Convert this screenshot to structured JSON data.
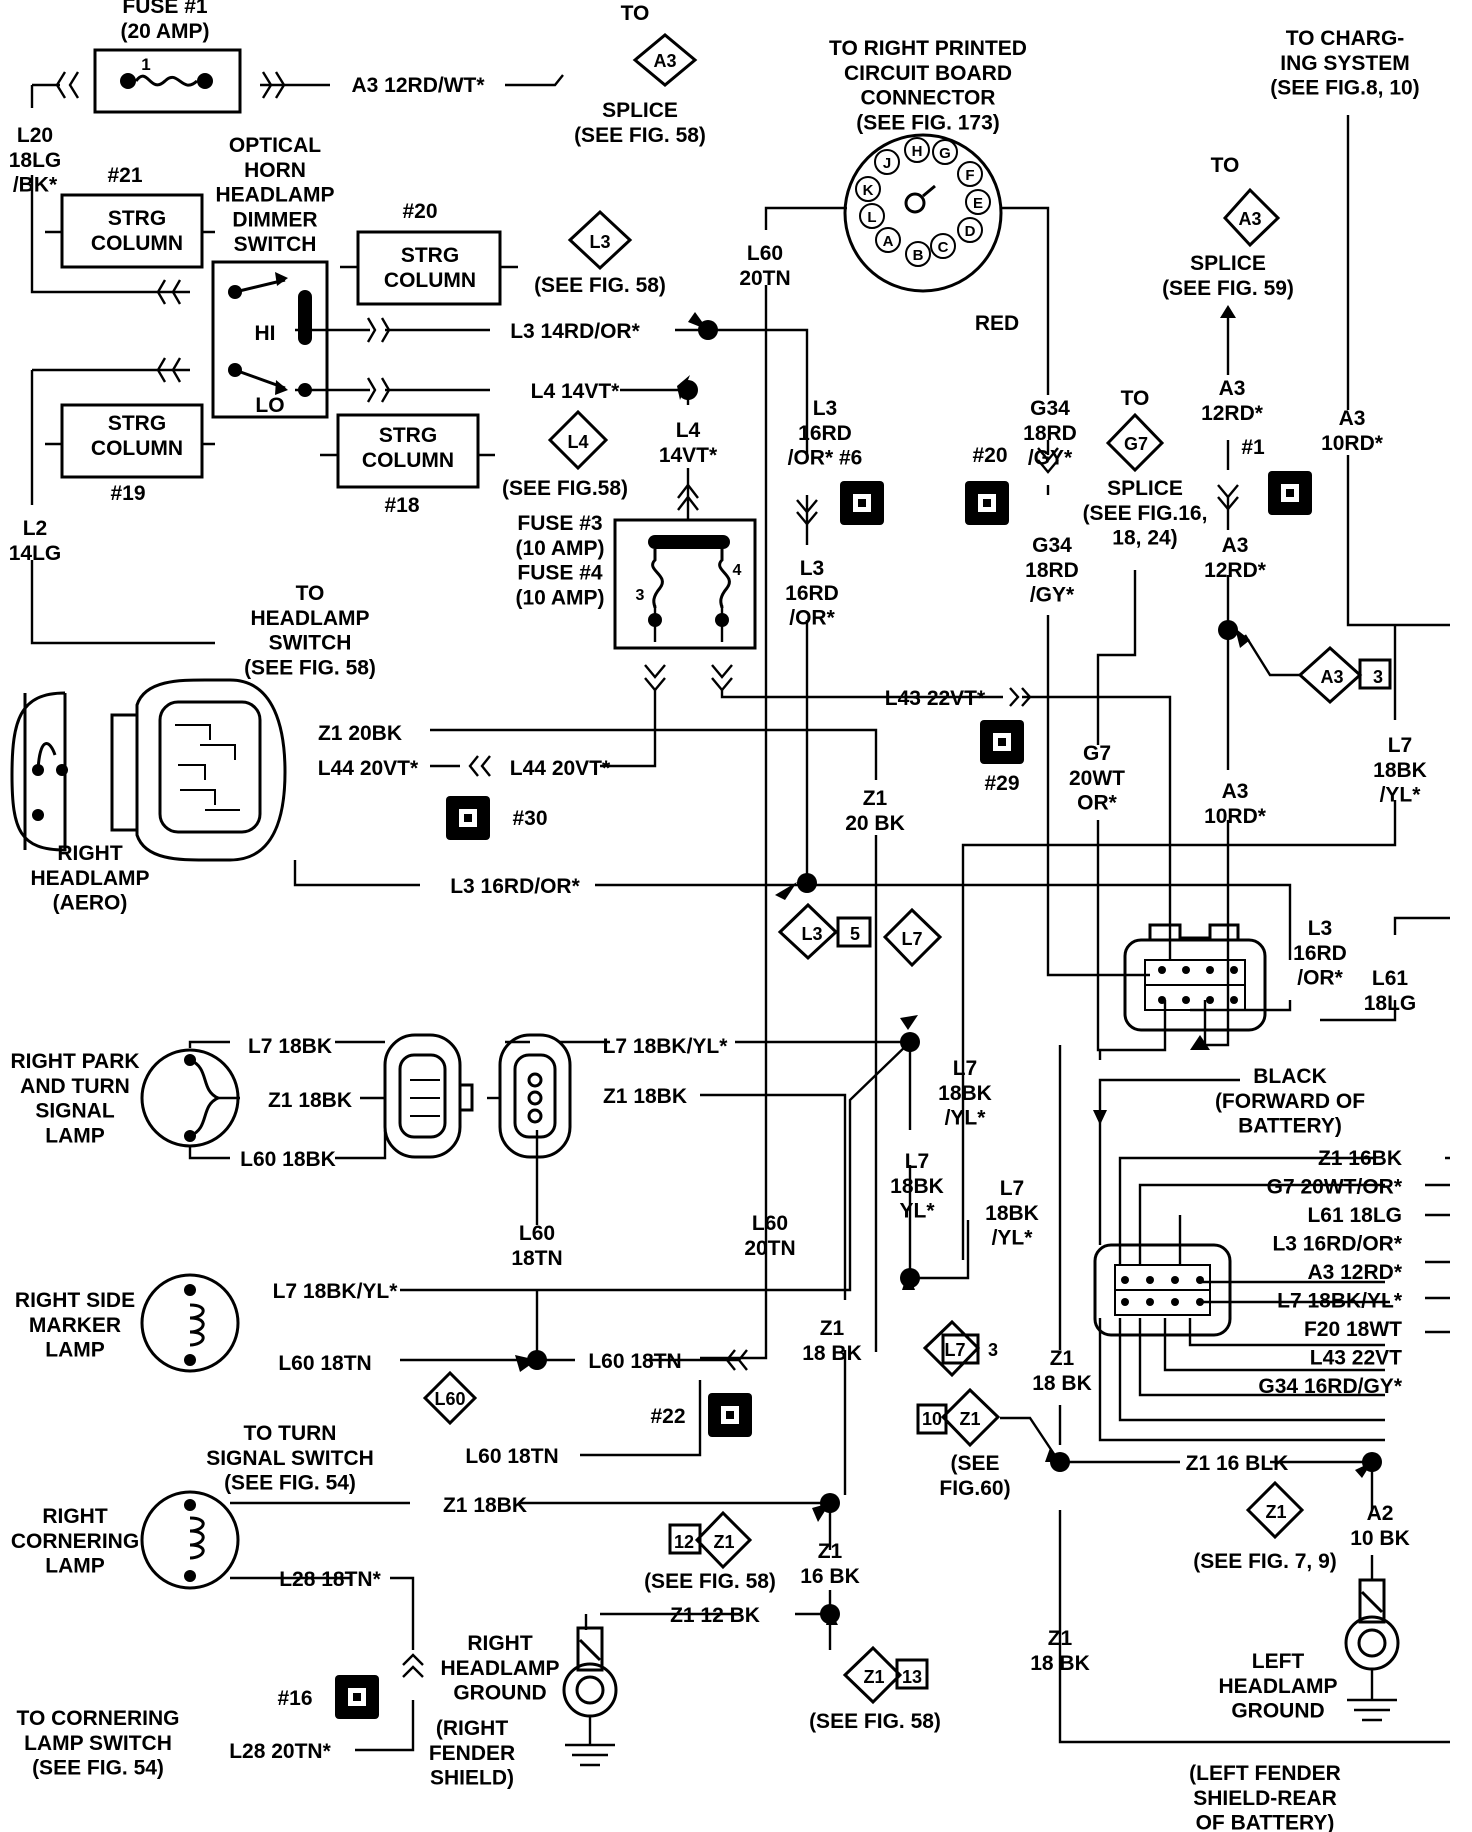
{
  "labels": {
    "fuse1": [
      "FUSE #1",
      "(20 AMP)"
    ],
    "fuse1_num": "1",
    "a3_top_wire": "A3 12RD/WT*",
    "to_a3_splice_top": [
      "TO"
    ],
    "a3_diamond": "A3",
    "splice_fig58": [
      "SPLICE",
      "(SEE FIG. 58)"
    ],
    "to_right_pcb": [
      "TO RIGHT PRINTED",
      "CIRCUIT BOARD",
      "CONNECTOR",
      "(SEE FIG. 173)"
    ],
    "to_charging": [
      "TO CHARG-",
      "ING SYSTEM",
      "(SEE FIG.8, 10)"
    ],
    "l20": [
      "L20",
      "18LG",
      "/BK*"
    ],
    "conn21": "#21",
    "strg_column": [
      "STRG",
      "COLUMN"
    ],
    "optical_horn": [
      "OPTICAL",
      "HORN",
      "HEADLAMP",
      "DIMMER",
      "SWITCH"
    ],
    "conn20_left": "#20",
    "l3_diamond": "L3",
    "see_fig58": "(SEE FIG. 58)",
    "l60_20tn": [
      "L60",
      "20TN"
    ],
    "red": "RED",
    "to_a3_splice_right": [
      "TO"
    ],
    "splice_fig59": [
      "SPLICE",
      "(SEE FIG. 59)"
    ],
    "hi": "HI",
    "lo": "LO",
    "l3_14rd": "L3 14RD/OR*",
    "l4_14vt": "L4 14VT*",
    "l4_diamond": "L4",
    "l4_14vt_vert": [
      "L4",
      "14VT*"
    ],
    "see_fig58_b": "(SEE FIG.58)",
    "conn19": "#19",
    "conn18": "#18",
    "l2_14lg": [
      "L2",
      "14LG"
    ],
    "l3_16rd_1": [
      "L3",
      "16RD",
      "/OR* #6"
    ],
    "conn20_right": "#20",
    "g34_18rd_1": [
      "G34",
      "18RD",
      "/GY*"
    ],
    "to_g7": [
      "TO"
    ],
    "g7_diamond": "G7",
    "splice_fig16": [
      "SPLICE",
      "(SEE FIG.16,",
      "18, 24)"
    ],
    "a3_12rd_1": [
      "A3",
      "12RD*"
    ],
    "conn1": "#1",
    "a3_10rd_top": [
      "A3",
      "10RD*"
    ],
    "fuse34": [
      "FUSE #3",
      "(10 AMP)",
      "FUSE #4",
      "(10 AMP)"
    ],
    "fuse3_num": "3",
    "fuse4_num": "4",
    "l3_16rd_2": [
      "L3",
      "16RD",
      "/OR*"
    ],
    "g34_18rd_2": [
      "G34",
      "18RD",
      "/GY*"
    ],
    "a3_12rd_2": [
      "A3",
      "12RD*"
    ],
    "to_headlamp_switch": [
      "TO",
      "HEADLAMP",
      "SWITCH",
      "(SEE FIG. 58)"
    ],
    "a3_diamond_3": "A3",
    "num3": "3",
    "l43_22vt": "L43 22VT*",
    "z1_20bk": "Z1 20BK",
    "l44_left": "L44 20VT*",
    "l44_right": "L44 20VT*",
    "conn30": "#30",
    "conn29": "#29",
    "z1_20bk_vert": [
      "Z1",
      "20 BK"
    ],
    "g7_20wt": [
      "G7",
      "20WT",
      "OR*"
    ],
    "a3_10rd_mid": [
      "A3",
      "10RD*"
    ],
    "l7_18bk_right": [
      "L7",
      "18BK",
      "/YL*"
    ],
    "right_headlamp": [
      "RIGHT",
      "HEADLAMP",
      "(AERO)"
    ],
    "l3_16rd_h": "L3 16RD/OR*",
    "l3_diamond_5": "L3",
    "num5": "5",
    "l7_diamond": "L7",
    "l3_16rd_3": [
      "L3",
      "16RD",
      "/OR*"
    ],
    "l61_18lg": [
      "L61",
      "18LG"
    ],
    "right_park_turn": [
      "RIGHT PARK",
      "AND TURN",
      "SIGNAL",
      "LAMP"
    ],
    "l7_18bk": "L7 18BK",
    "z1_18bk_a": "Z1 18BK",
    "l60_18bk": "L60 18BK",
    "l7_18bkyl_h": "L7 18BK/YL*",
    "z1_18bk_b": "Z1 18BK",
    "l7_18bk_vert1": [
      "L7",
      "18BK",
      "/YL*"
    ],
    "black_connector": [
      "BLACK",
      "(FORWARD OF",
      "BATTERY)"
    ],
    "l7_18bk_vert2": [
      "L7",
      "18BK",
      "YL*"
    ],
    "l7_18bk_vert3": [
      "L7",
      "18BK",
      "/YL*"
    ],
    "conn_right_labels": [
      "Z1 16BK",
      "G7 20WT/OR*",
      "L61 18LG",
      "L3 16RD/OR*",
      "A3 12RD*",
      "L7 18BK/YL*",
      "F20 18WT",
      "L43 22VT",
      "G34 16RD/GY*"
    ],
    "l60_18tn_vert": [
      "L60",
      "18TN"
    ],
    "l60_20tn_b": [
      "L60",
      "20TN"
    ],
    "right_side_marker": [
      "RIGHT SIDE",
      "MARKER",
      "LAMP"
    ],
    "l7_18bkyl_side": "L7 18BK/YL*",
    "z1_18bk_vert": [
      "Z1",
      "18 BK"
    ],
    "l60_18tn_a": "L60 18TN",
    "l60_diamond": "L60",
    "l60_18tn_b": "L60 18TN",
    "l7_diamond_3": "L7",
    "num3b": "3",
    "z1_18bk_vert2": [
      "Z1",
      "18 BK"
    ],
    "conn22": "#22",
    "num10": "10",
    "z1_diamond": "Z1",
    "see_fig60": [
      "(SEE",
      "FIG.60)"
    ],
    "to_turn_signal": [
      "TO TURN",
      "SIGNAL SWITCH",
      "(SEE FIG. 54)"
    ],
    "l60_18tn_c": "L60 18TN",
    "z1_16blk": "Z1 16 BLK",
    "right_cornering": [
      "RIGHT",
      "CORNERING",
      "LAMP"
    ],
    "z1_18bk_c": "Z1 18BK",
    "num12": "12",
    "see_fig58_c": "(SEE FIG. 58)",
    "z1_16bk_vert": [
      "Z1",
      "16 BK"
    ],
    "see_fig79": "(SEE FIG. 7, 9)",
    "a2_10bk": [
      "A2",
      "10 BK"
    ],
    "l28_18tn": "L28 18TN*",
    "z1_12bk": "Z1 12 BK",
    "right_headlamp_ground": [
      "RIGHT",
      "HEADLAMP",
      "GROUND"
    ],
    "z1_18bk_vert3": [
      "Z1",
      "18 BK"
    ],
    "left_headlamp_ground": [
      "LEFT",
      "HEADLAMP",
      "GROUND"
    ],
    "conn16": "#16",
    "num13": "13",
    "see_fig58_d": "(SEE FIG. 58)",
    "to_cornering_switch": [
      "TO CORNERING",
      "LAMP SWITCH",
      "(SEE FIG. 54)"
    ],
    "l28_20tn": "L28 20TN*",
    "right_fender_shield": [
      "(RIGHT",
      "FENDER",
      "SHIELD)"
    ],
    "left_fender_shield": [
      "(LEFT FENDER",
      "SHIELD-REAR",
      "OF BATTERY)"
    ],
    "pcb_pins": [
      "H",
      "G",
      "J",
      "F",
      "K",
      "E",
      "L",
      "D",
      "A",
      "B",
      "C"
    ]
  }
}
